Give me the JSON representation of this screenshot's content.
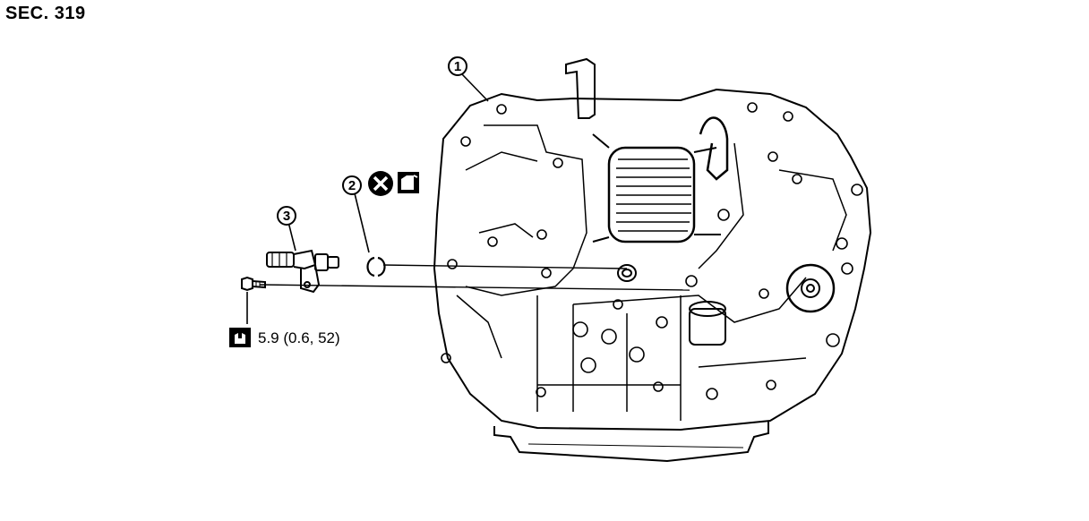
{
  "section_label": "SEC. 319",
  "callouts": [
    {
      "number": "1",
      "part": ""
    },
    {
      "number": "2",
      "part": ""
    },
    {
      "number": "3",
      "part": ""
    }
  ],
  "torque": {
    "value_text": "5.9 (0.6, 52)"
  },
  "icons": {
    "torque": "torque-wrench-icon",
    "do_not_reuse": "do-not-reuse-icon",
    "fluid": "fluid-application-icon"
  }
}
